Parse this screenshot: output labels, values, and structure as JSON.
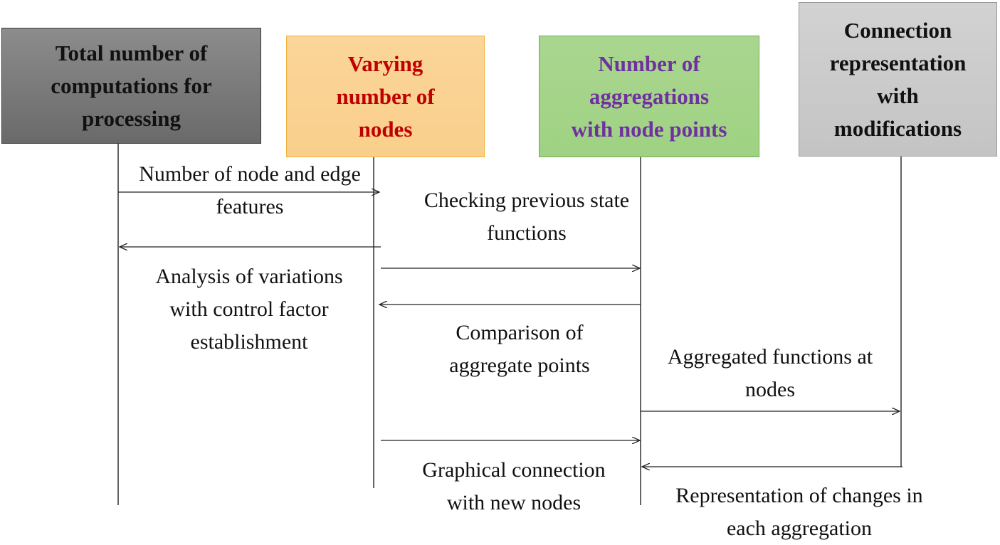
{
  "participants": [
    {
      "id": "total",
      "lines": [
        "Total number of",
        "computations for",
        "processing"
      ],
      "fill": "#7a7a7a",
      "text_color": "#111111"
    },
    {
      "id": "varying",
      "lines": [
        "Varying",
        "number of",
        "nodes"
      ],
      "fill": "#fbd49a",
      "text_color": "#c00000"
    },
    {
      "id": "aggregations",
      "lines": [
        "Number of",
        "aggregations",
        "with node points"
      ],
      "fill": "#a6d58c",
      "text_color": "#7030a0"
    },
    {
      "id": "connection",
      "lines": [
        "Connection",
        "representation",
        "with",
        "modifications"
      ],
      "fill": "#cccccc",
      "text_color": "#111111"
    }
  ],
  "messages": [
    {
      "id": "m1",
      "from": "total",
      "to": "varying",
      "lines": [
        "Number of node and edge",
        "features"
      ]
    },
    {
      "id": "m2",
      "from": "varying",
      "to": "total",
      "lines": [
        "Analysis of variations",
        "with control factor",
        "establishment"
      ]
    },
    {
      "id": "m3",
      "from": "varying",
      "to": "aggregations",
      "lines": [
        "Checking previous state",
        "functions"
      ]
    },
    {
      "id": "m4",
      "from": "aggregations",
      "to": "varying",
      "lines": [
        "Comparison of",
        "aggregate points"
      ]
    },
    {
      "id": "m5",
      "from": "aggregations",
      "to": "connection",
      "lines": [
        "Aggregated functions at",
        "nodes"
      ]
    },
    {
      "id": "m6",
      "from": "varying",
      "to": "aggregations",
      "lines": [
        "Graphical connection",
        "with new nodes"
      ]
    },
    {
      "id": "m7",
      "from": "connection",
      "to": "aggregations",
      "lines": [
        "Representation of changes in",
        "each aggregation"
      ]
    }
  ]
}
